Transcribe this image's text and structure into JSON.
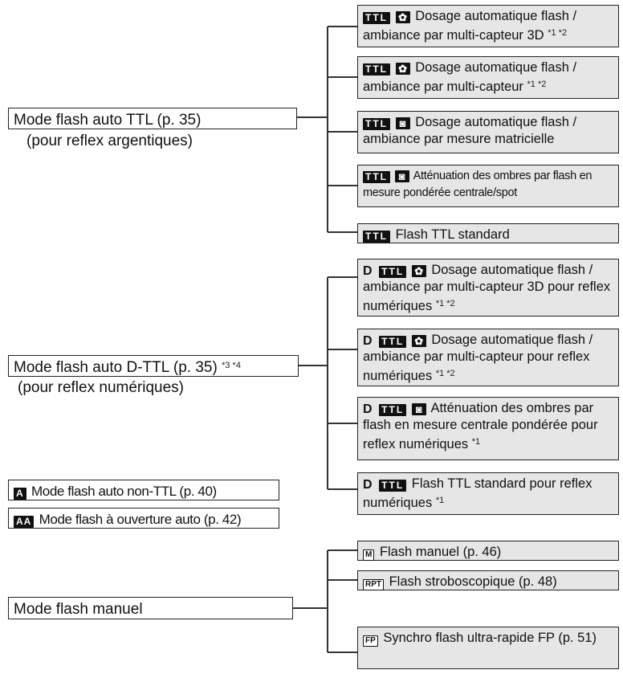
{
  "groups": {
    "ttl": {
      "label": "Mode flash auto TTL (p. 35)",
      "sublabel": "(pour reflex argentiques)",
      "options": [
        {
          "icons": [
            "TTL",
            "matrix"
          ],
          "text": "Dosage automatique flash / ambiance par multi-capteur 3D",
          "sup": "*1 *2"
        },
        {
          "icons": [
            "TTL",
            "matrix"
          ],
          "text": "Dosage automatique flash / ambiance par multi-capteur",
          "sup": "*1 *2"
        },
        {
          "icons": [
            "TTL",
            "center"
          ],
          "text": "Dosage automatique flash / ambiance par mesure matricielle",
          "sup": ""
        },
        {
          "icons": [
            "TTL",
            "center"
          ],
          "text": "Atténuation des ombres par flash en mesure pondérée centrale/spot",
          "sup": ""
        },
        {
          "icons": [
            "TTL"
          ],
          "text": "Flash TTL standard",
          "sup": ""
        }
      ]
    },
    "dttl": {
      "label": "Mode flash auto D-TTL (p. 35)",
      "label_sup": "*3 *4",
      "sublabel": "(pour reflex numériques)",
      "options": [
        {
          "icons": [
            "D",
            "TTL",
            "matrix"
          ],
          "text": "Dosage automatique flash / ambiance par multi-capteur 3D pour reflex numériques",
          "sup": "*1 *2"
        },
        {
          "icons": [
            "D",
            "TTL",
            "matrix"
          ],
          "text": "Dosage automatique flash / ambiance par multi-capteur pour reflex numériques",
          "sup": "*1 *2"
        },
        {
          "icons": [
            "D",
            "TTL",
            "center"
          ],
          "text": "Atténuation des ombres par flash en mesure centrale pondérée pour reflex numériques",
          "sup": "*1"
        },
        {
          "icons": [
            "D",
            "TTL"
          ],
          "text": "Flash TTL standard pour reflex numériques",
          "sup": "*1"
        }
      ]
    },
    "nonttl": {
      "icon": "A",
      "label": "Mode flash auto non-TTL (p. 40)"
    },
    "aperture": {
      "icon": "AA",
      "label": "Mode flash à ouverture auto (p. 42)"
    },
    "manual": {
      "label": "Mode flash manuel",
      "options": [
        {
          "icon": "M",
          "text": "Flash manuel  (p. 46)"
        },
        {
          "icon": "RPT",
          "text": "Flash stroboscopique (p. 48)"
        },
        {
          "icon": "FP",
          "text": "Synchro flash ultra-rapide FP (p. 51)"
        }
      ]
    }
  },
  "icon_glyphs": {
    "TTL": "TTL",
    "D": "D",
    "A": "A",
    "AA": "AA",
    "M": "M",
    "RPT": "RPT",
    "FP": "FP",
    "matrix": "✿",
    "center": "◙"
  }
}
